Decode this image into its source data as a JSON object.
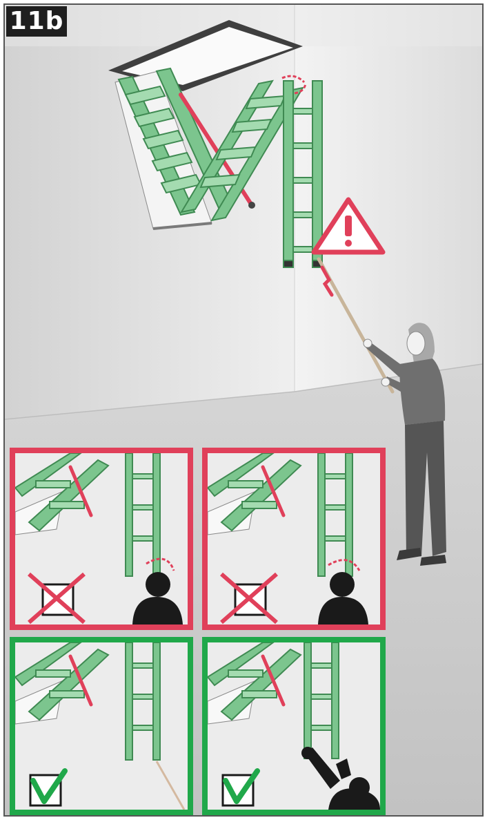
{
  "step_label": "11b",
  "colors": {
    "ladder_green": "#7cc58e",
    "ladder_dark": "#3f8a52",
    "warning_red": "#e0405a",
    "correct_green": "#20a84a",
    "wall": "#ededed",
    "floor": "#c9c9c9",
    "figure_black": "#1a1a1a"
  },
  "icons": {
    "warning": "warning-triangle-icon",
    "wrong": "crossed-box-icon",
    "right": "check-box-icon"
  },
  "panels": [
    {
      "status": "wrong",
      "depicts": "head-under-ladder"
    },
    {
      "status": "wrong",
      "depicts": "head-under-ladder"
    },
    {
      "status": "correct",
      "depicts": "pole-at-ladder"
    },
    {
      "status": "correct",
      "depicts": "hand-at-ladder"
    }
  ]
}
